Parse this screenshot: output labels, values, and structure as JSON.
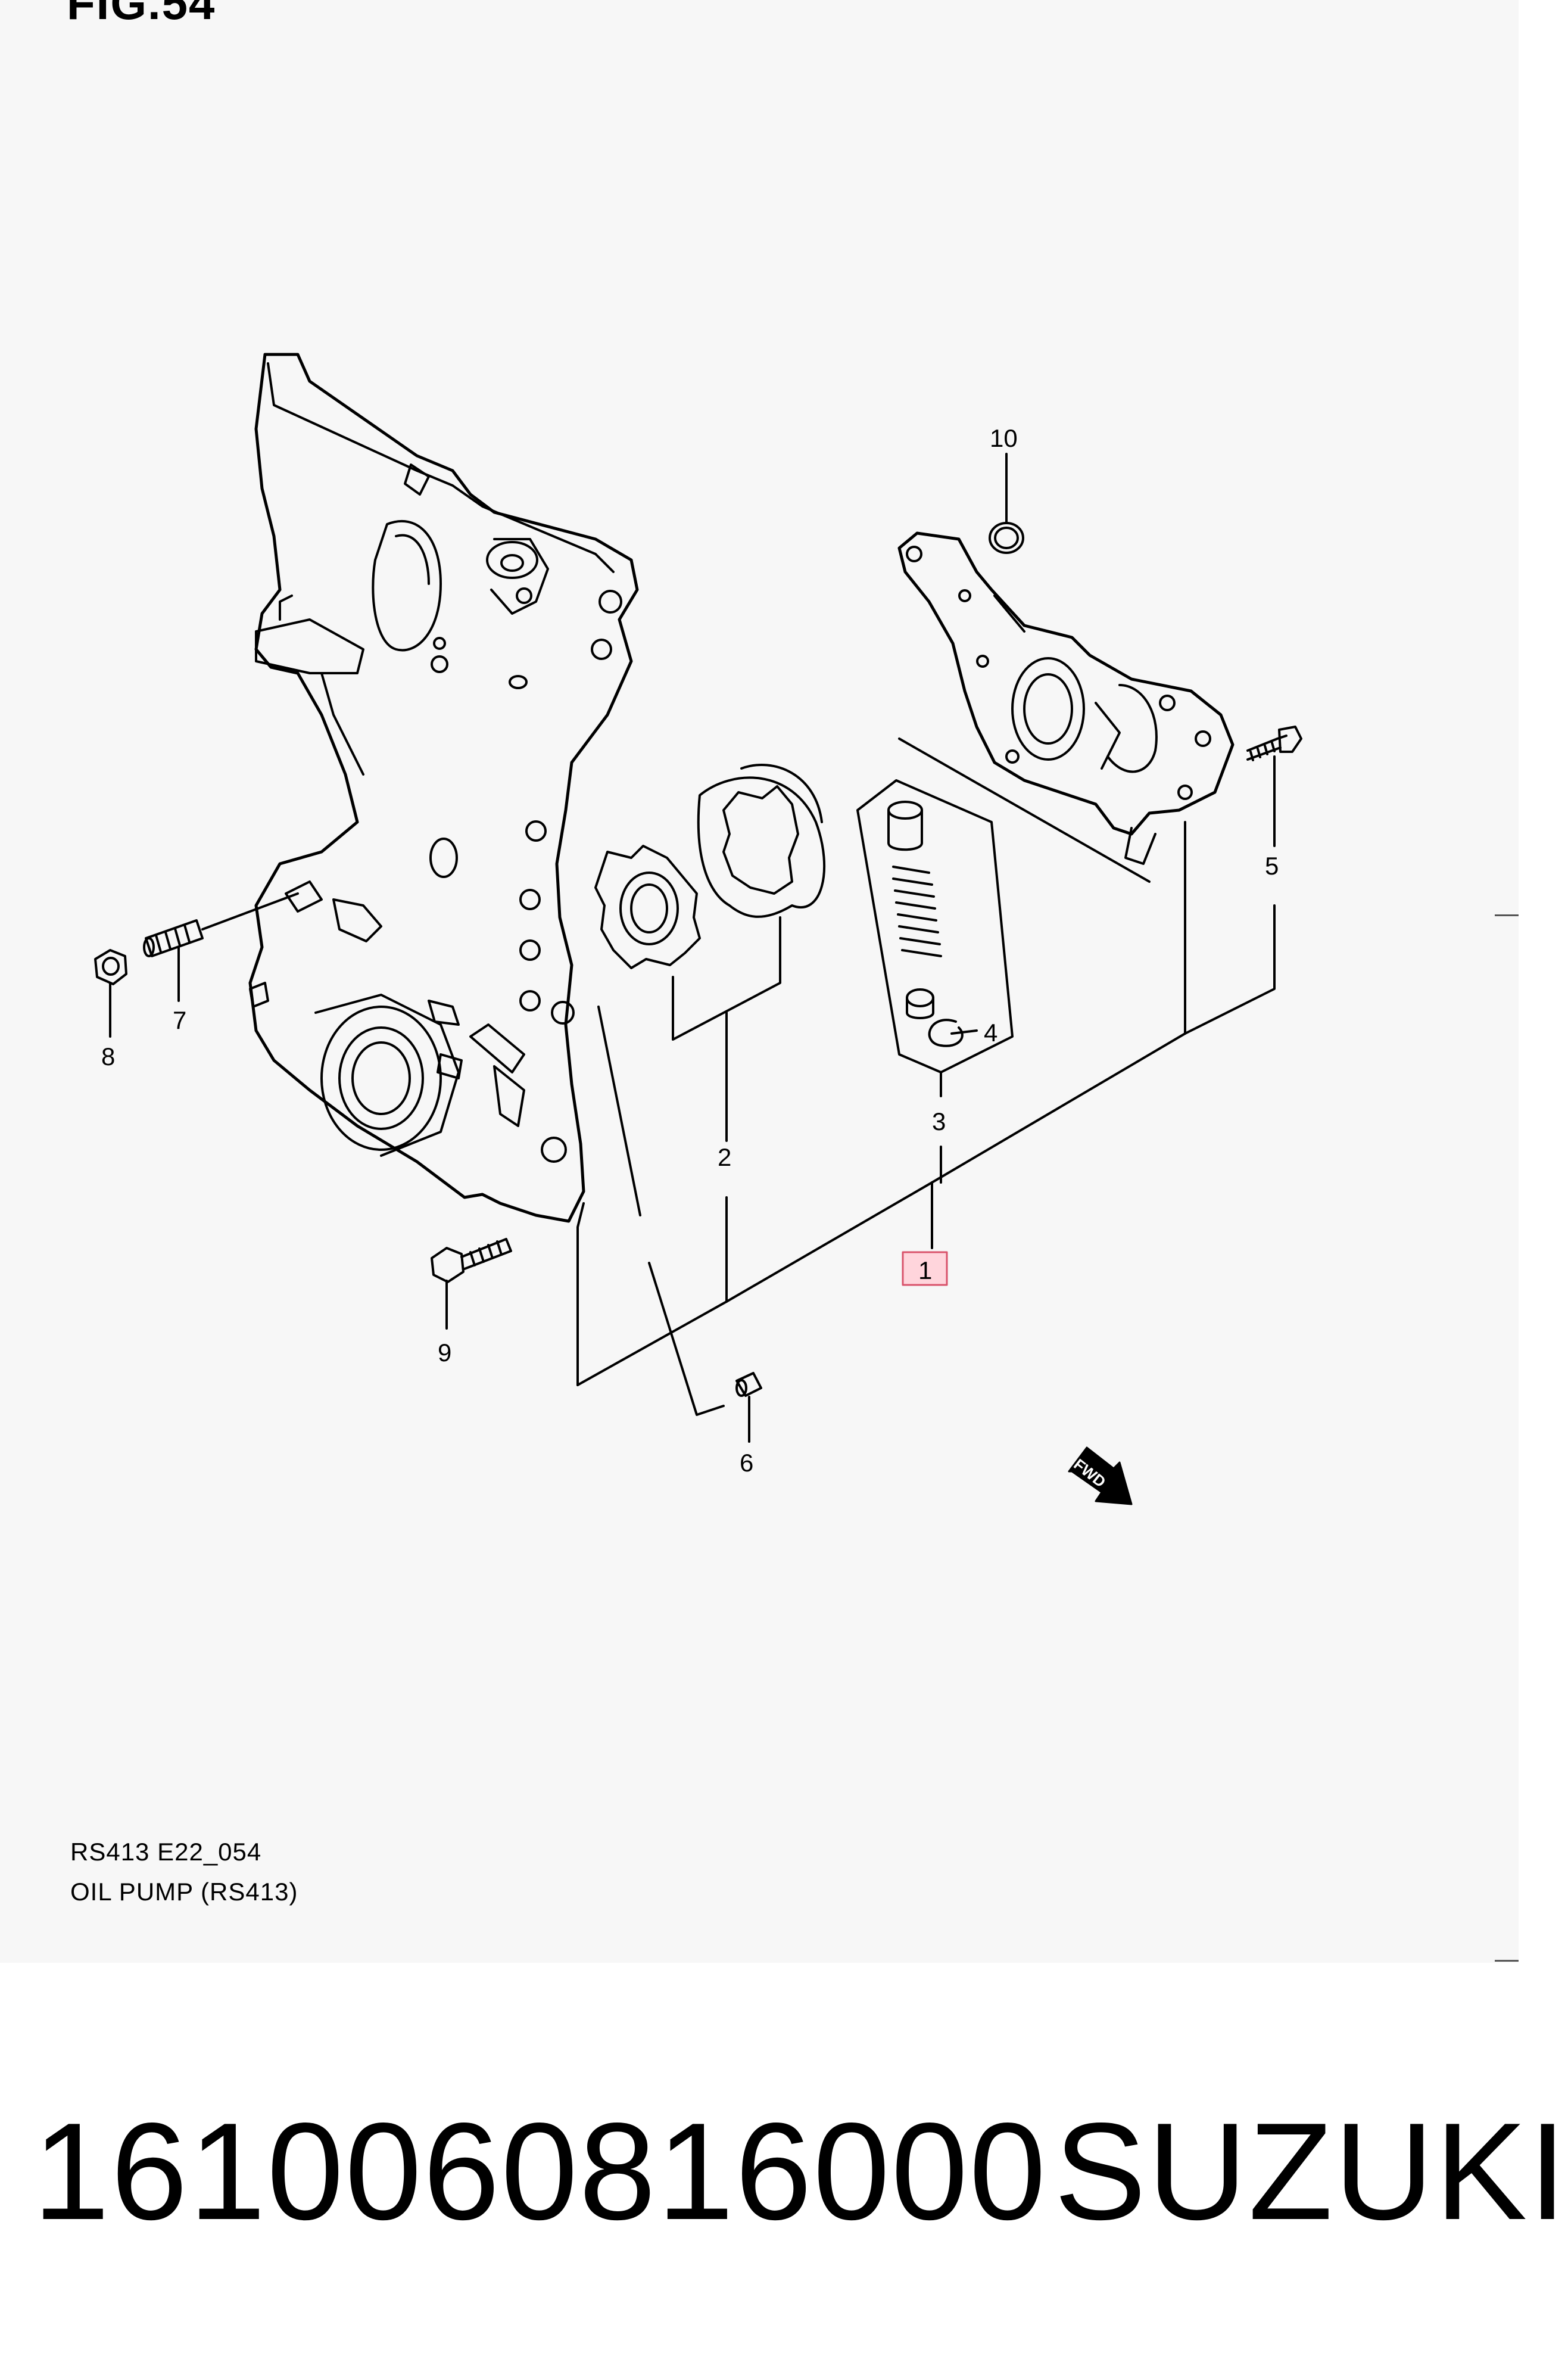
{
  "figure": {
    "title": "FIG.54",
    "caption_code": "RS413 E22_054",
    "caption_name": "OIL PUMP (RS413)"
  },
  "callouts": {
    "c1": "1",
    "c2": "2",
    "c3": "3",
    "c4": "4",
    "c5": "5",
    "c6": "6",
    "c7": "7",
    "c8": "8",
    "c9": "9",
    "c10": "10"
  },
  "fwd_label": "FWD",
  "footer": {
    "part_number": "1610060816000",
    "brand": "SUZUKI"
  },
  "colors": {
    "highlight_fill": "#ffd5dc",
    "highlight_stroke": "#d9536b",
    "line": "#000000",
    "panel_bg": "#f7f7f7"
  }
}
